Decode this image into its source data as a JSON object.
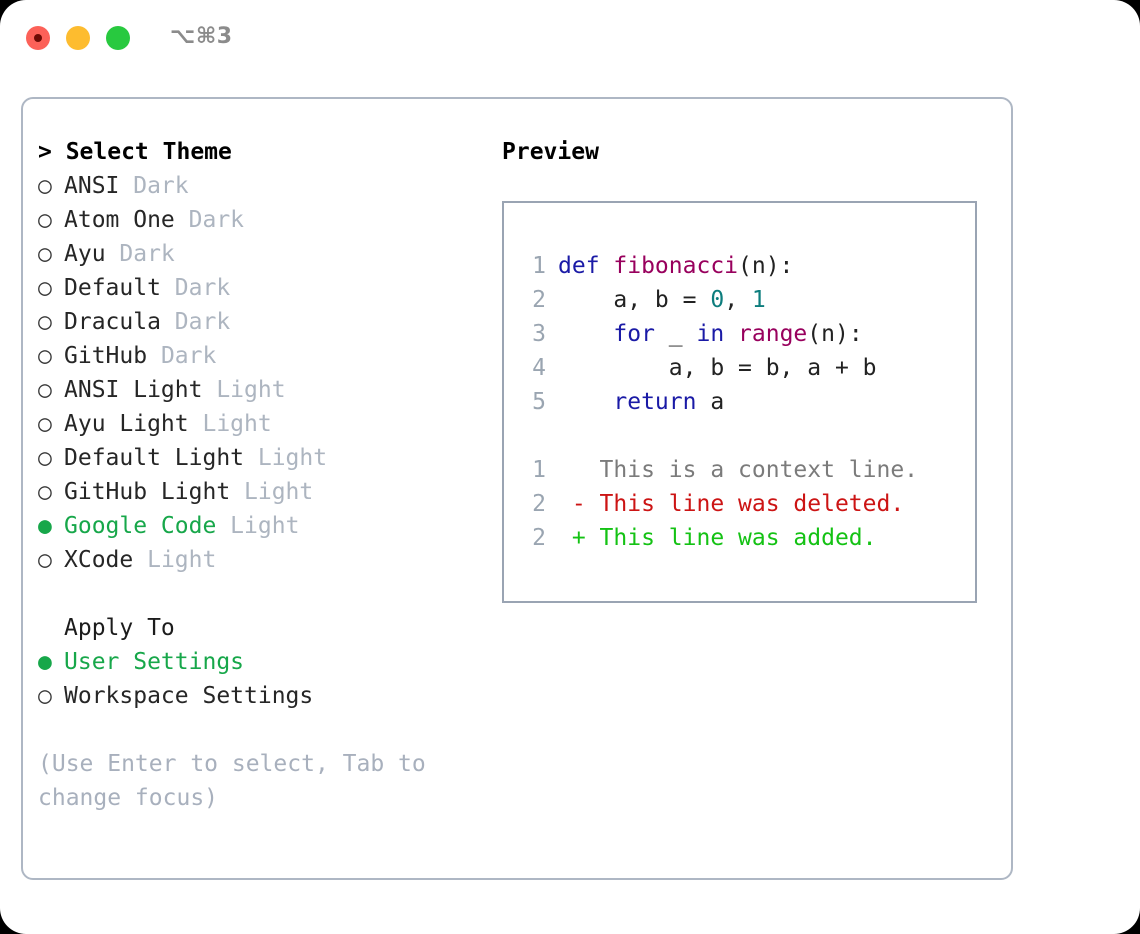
{
  "window": {
    "shortcut_label": "⌥⌘3",
    "traffic_lights": {
      "close": "close-button",
      "minimize": "minimize-button",
      "zoom": "zoom-button"
    }
  },
  "theme_panel": {
    "header": "> Select Theme",
    "items": [
      {
        "name": "ANSI",
        "kind": "Dark",
        "selected": false,
        "bullet": "○"
      },
      {
        "name": "Atom One",
        "kind": "Dark",
        "selected": false,
        "bullet": "○"
      },
      {
        "name": "Ayu",
        "kind": "Dark",
        "selected": false,
        "bullet": "○"
      },
      {
        "name": "Default",
        "kind": "Dark",
        "selected": false,
        "bullet": "○"
      },
      {
        "name": "Dracula",
        "kind": "Dark",
        "selected": false,
        "bullet": "○"
      },
      {
        "name": "GitHub",
        "kind": "Dark",
        "selected": false,
        "bullet": "○"
      },
      {
        "name": "ANSI Light",
        "kind": "Light",
        "selected": false,
        "bullet": "○"
      },
      {
        "name": "Ayu Light",
        "kind": "Light",
        "selected": false,
        "bullet": "○"
      },
      {
        "name": "Default Light",
        "kind": "Light",
        "selected": false,
        "bullet": "○"
      },
      {
        "name": "GitHub Light",
        "kind": "Light",
        "selected": false,
        "bullet": "○"
      },
      {
        "name": "Google Code",
        "kind": "Light",
        "selected": true,
        "bullet": "●"
      },
      {
        "name": "XCode",
        "kind": "Light",
        "selected": false,
        "bullet": "○"
      }
    ],
    "apply_to": {
      "label": "Apply To",
      "options": [
        {
          "label": "User Settings",
          "selected": true,
          "bullet": "●"
        },
        {
          "label": "Workspace Settings",
          "selected": false,
          "bullet": "○"
        }
      ]
    },
    "hint": "(Use Enter to select, Tab to change focus)"
  },
  "preview": {
    "title": "Preview",
    "code_lines": [
      {
        "no": "1",
        "tokens": [
          {
            "t": "def ",
            "c": "kw"
          },
          {
            "t": "fibonacci",
            "c": "fn"
          },
          {
            "t": "(n):",
            "c": "pl"
          }
        ]
      },
      {
        "no": "2",
        "tokens": [
          {
            "t": "    a, b = ",
            "c": "pl"
          },
          {
            "t": "0",
            "c": "num"
          },
          {
            "t": ", ",
            "c": "pl"
          },
          {
            "t": "1",
            "c": "num"
          }
        ]
      },
      {
        "no": "3",
        "tokens": [
          {
            "t": "    ",
            "c": "pl"
          },
          {
            "t": "for",
            "c": "kw"
          },
          {
            "t": " _ ",
            "c": "pl"
          },
          {
            "t": "in",
            "c": "kw"
          },
          {
            "t": " ",
            "c": "pl"
          },
          {
            "t": "range",
            "c": "fn"
          },
          {
            "t": "(n):",
            "c": "pl"
          }
        ]
      },
      {
        "no": "4",
        "tokens": [
          {
            "t": "        a, b = b, a + b",
            "c": "pl"
          }
        ]
      },
      {
        "no": "5",
        "tokens": [
          {
            "t": "    ",
            "c": "pl"
          },
          {
            "t": "return",
            "c": "kw"
          },
          {
            "t": " a",
            "c": "pl"
          }
        ]
      }
    ],
    "diff_lines": [
      {
        "no": "1",
        "marker": " ",
        "text": "This is a context line.",
        "kind": "ctx"
      },
      {
        "no": "2",
        "marker": "-",
        "text": "This line was deleted.",
        "kind": "del"
      },
      {
        "no": "2",
        "marker": "+",
        "text": "This line was added.",
        "kind": "add"
      }
    ]
  },
  "colors": {
    "accent_green": "#17a74a",
    "muted": "#adb5c0",
    "border": "#aeb7c4",
    "preview_border": "#9aa4b3",
    "keyword": "#1a1aa6",
    "function": "#98005d",
    "number": "#0d7d7d",
    "diff_context": "#7b7b7b",
    "diff_deleted": "#cc1414",
    "diff_added": "#14c214",
    "traffic_close": "#fc6158",
    "traffic_minimize": "#fdbc2f",
    "traffic_zoom": "#28c93f"
  }
}
